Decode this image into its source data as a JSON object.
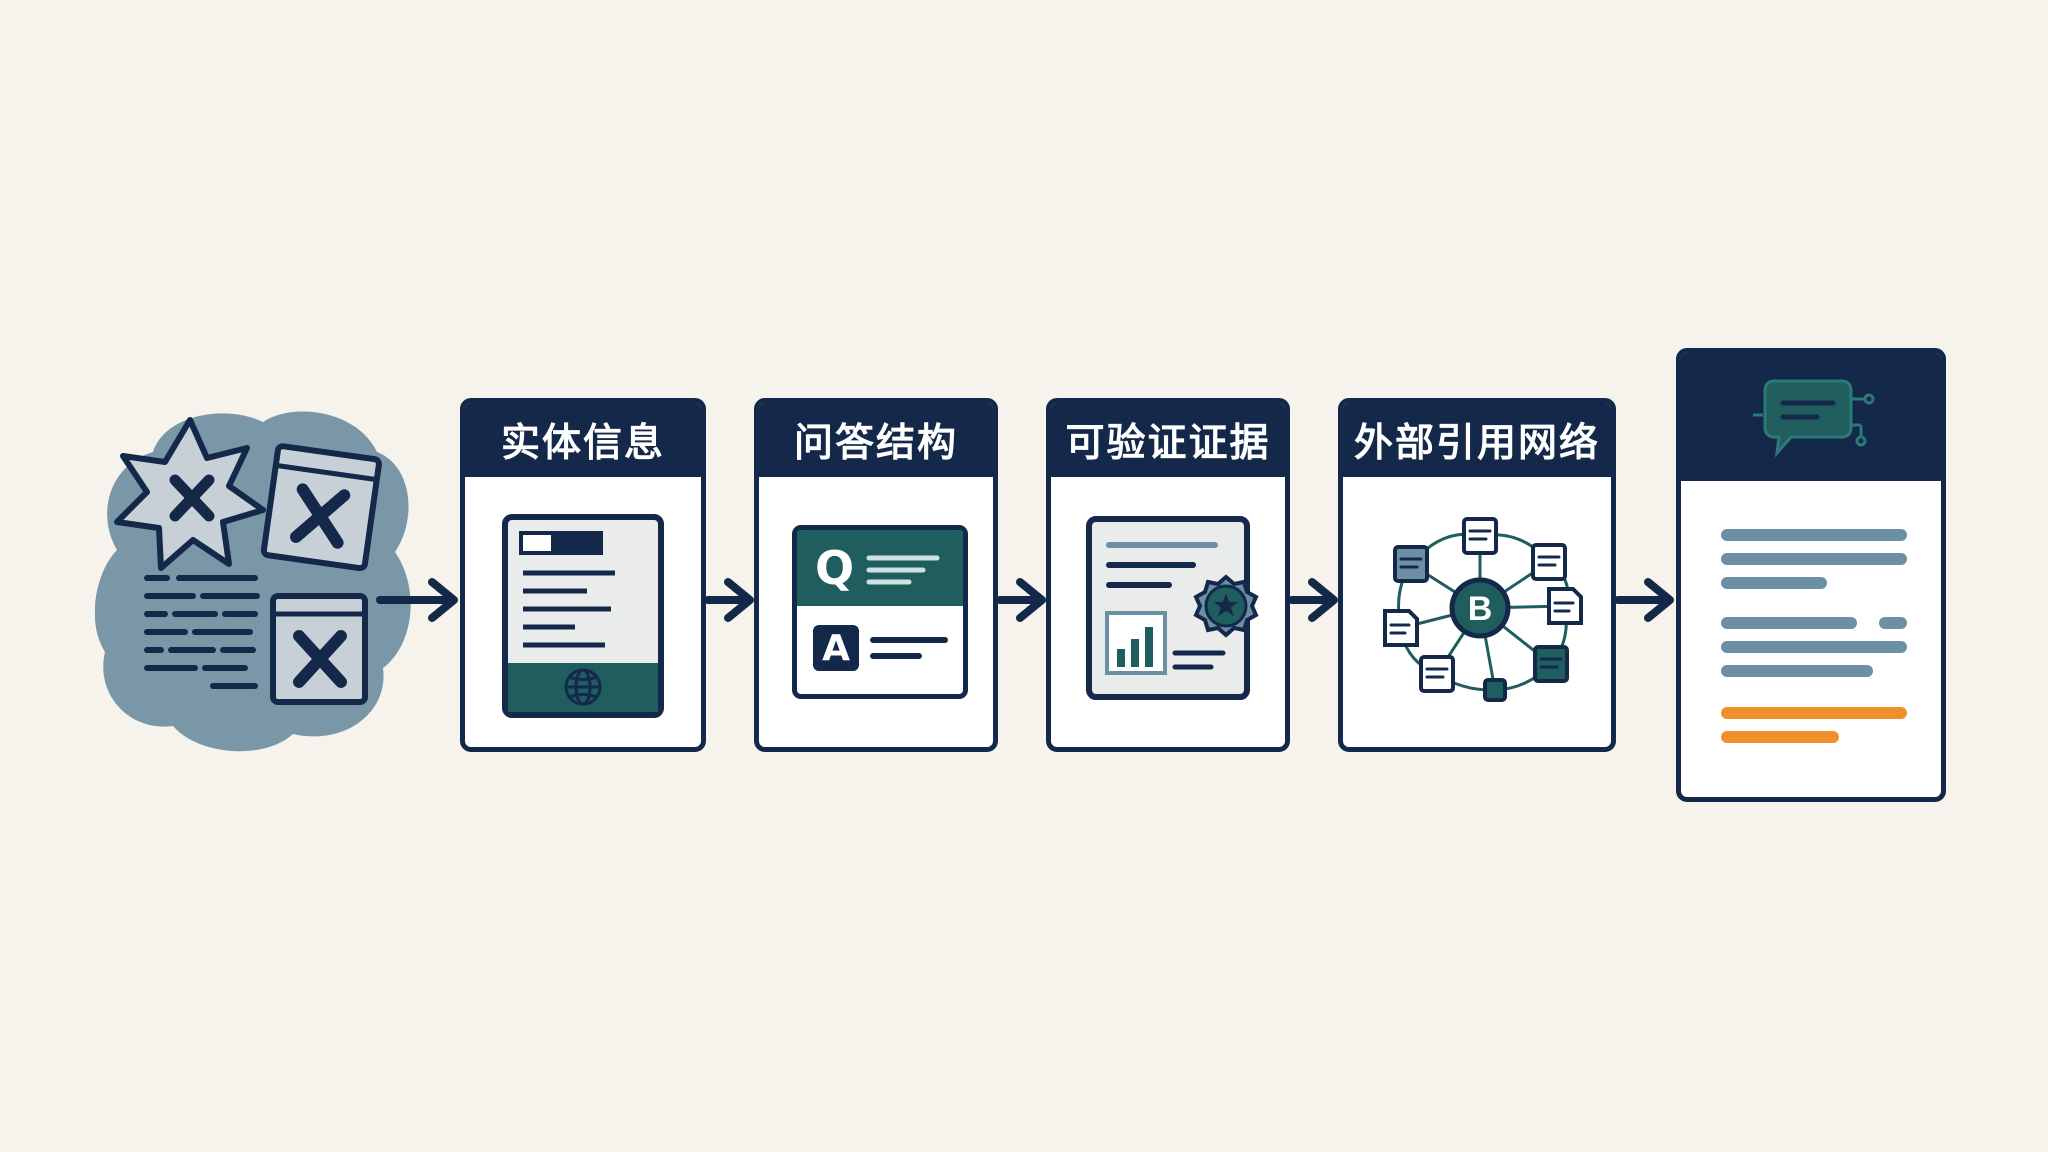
{
  "steps": [
    {
      "label": "实体信息"
    },
    {
      "label": "问答结构"
    },
    {
      "label": "可验证证据"
    },
    {
      "label": "外部引用网络"
    }
  ],
  "qa_card": {
    "q_letter": "Q",
    "a_letter": "A"
  },
  "network": {
    "hub_letter": "B"
  },
  "colors": {
    "navy": "#14284a",
    "teal": "#1f5d5e",
    "slate": "#6d8fa4",
    "blob": "#5f8299",
    "orange": "#f0902a",
    "background": "#f5f3ec"
  }
}
